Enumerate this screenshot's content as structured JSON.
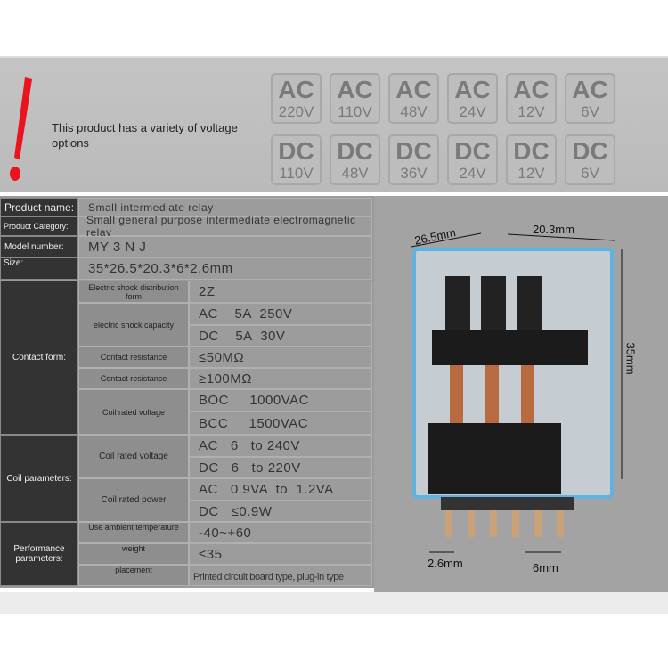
{
  "banner": {
    "note": "This product has a variety of voltage options",
    "ac": [
      {
        "k": "AC",
        "v": "220V"
      },
      {
        "k": "AC",
        "v": "110V"
      },
      {
        "k": "AC",
        "v": "48V"
      },
      {
        "k": "AC",
        "v": "24V"
      },
      {
        "k": "AC",
        "v": "12V"
      },
      {
        "k": "AC",
        "v": "6V"
      }
    ],
    "dc": [
      {
        "k": "DC",
        "v": "110V"
      },
      {
        "k": "DC",
        "v": "48V"
      },
      {
        "k": "DC",
        "v": "36V"
      },
      {
        "k": "DC",
        "v": "24V"
      },
      {
        "k": "DC",
        "v": "12V"
      },
      {
        "k": "DC",
        "v": "6V"
      }
    ],
    "accent": "#e8141e"
  },
  "spec": {
    "product_name": {
      "label": "Product name:",
      "value": "Small intermediate relay"
    },
    "category": {
      "label": "Product Category:",
      "value": "Small general purpose intermediate electromagnetic relay"
    },
    "model": {
      "label": "Model number:",
      "value": "MY 3 N J"
    },
    "size": {
      "label": "Size:",
      "value": "35*26.5*20.3*6*2.6mm"
    },
    "contact": {
      "label": "Contact form:",
      "dist_label": "Electric shock distribution form",
      "dist": "2Z",
      "cap_label": "electric shock capacity",
      "cap_ac": "AC    5A  250V",
      "cap_dc": "DC    5A  30V",
      "res1_label": "Contact resistance",
      "res1": "≤50MΩ",
      "res2_label": "Contact resistance",
      "res2": "≥100MΩ",
      "coil_label": "Coil rated voltage",
      "boc": "BOC     1000VAC",
      "bcc": "BCC     1500VAC"
    },
    "coil": {
      "label": "Coil parameters:",
      "volt_label": "Coil rated voltage",
      "volt_ac": "AC   6   to 240V",
      "volt_dc": "DC   6   to 220V",
      "power_label": "Coil rated power",
      "power_ac": "AC   0.9VA  to  1.2VA",
      "power_dc": "DC   ≤0.9W"
    },
    "perf": {
      "label": "Performance parameters:",
      "temp_label": "Use ambient temperature",
      "temp": "-40~+60",
      "weight_label": "weight",
      "weight": "≤35",
      "place_label": "placement",
      "place": "Printed circuit board type, plug-in type"
    }
  },
  "dimensions": {
    "depth": "26.5mm",
    "width": "20.3mm",
    "height": "35mm",
    "pin": "2.6mm",
    "pitch": "6mm"
  }
}
